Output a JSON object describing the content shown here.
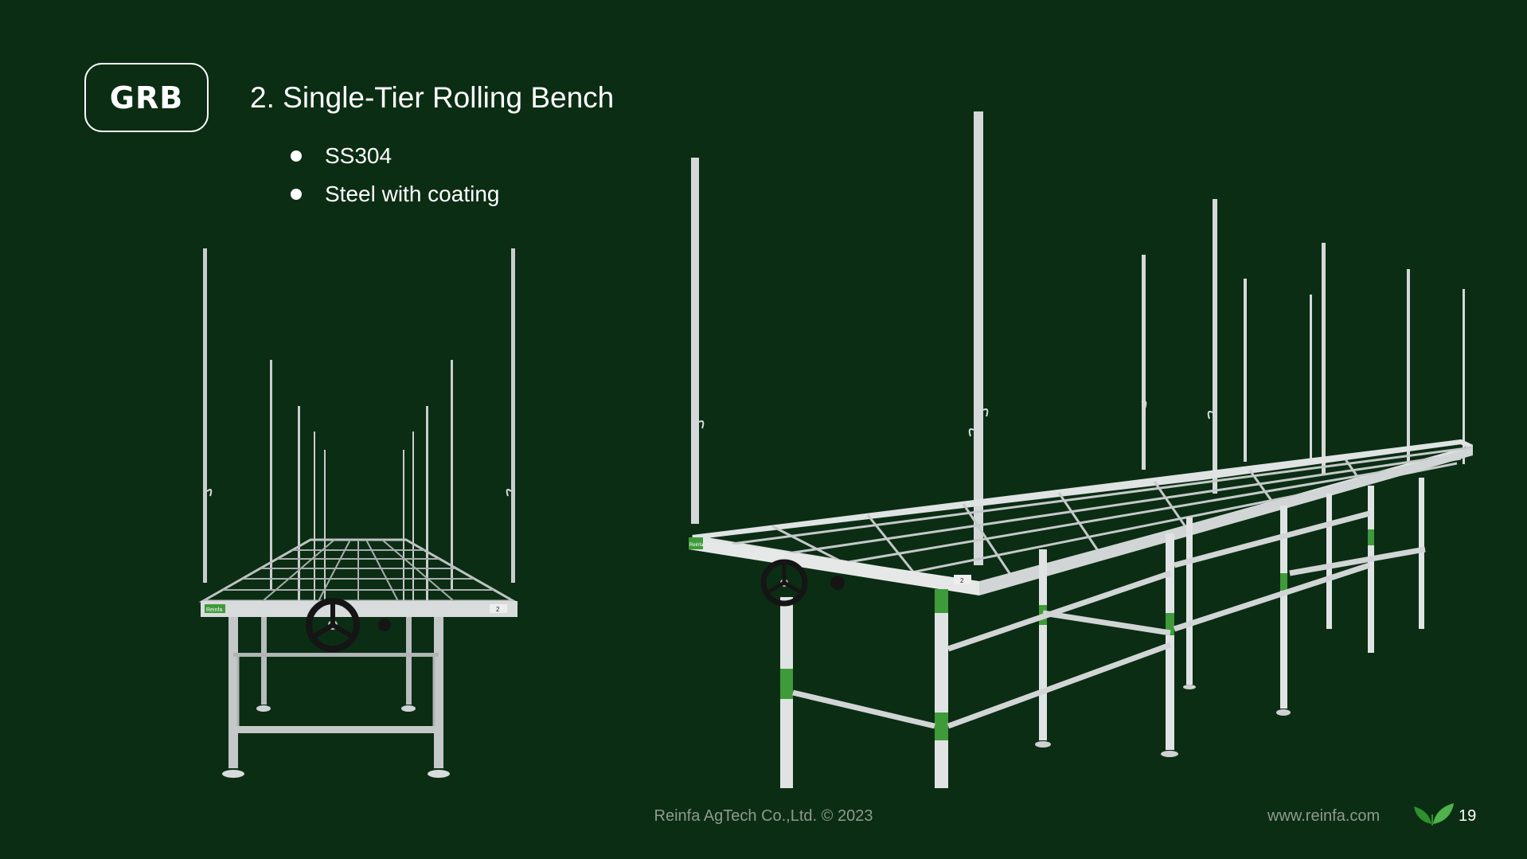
{
  "badge": {
    "label": "GRB"
  },
  "title": "2. Single-Tier Rolling Bench",
  "bullets": [
    "SS304",
    "Steel with coating"
  ],
  "product_labels": {
    "brand_plate": "Reinfa",
    "bench_number": "2"
  },
  "footer": {
    "copyright": "Reinfa AgTech Co.,Ltd. © 2023",
    "url": "www.reinfa.com",
    "page_number": "19"
  },
  "colors": {
    "background": "#0b2d14",
    "text": "#ffffff",
    "footer_text": "#8f9a90",
    "frame_silver": "#d9dcdc",
    "frame_green": "#3f9a3a",
    "wheel": "#151515"
  },
  "icons": {
    "logo": "sprout-leaf-icon",
    "handwheel": "handwheel-icon"
  }
}
